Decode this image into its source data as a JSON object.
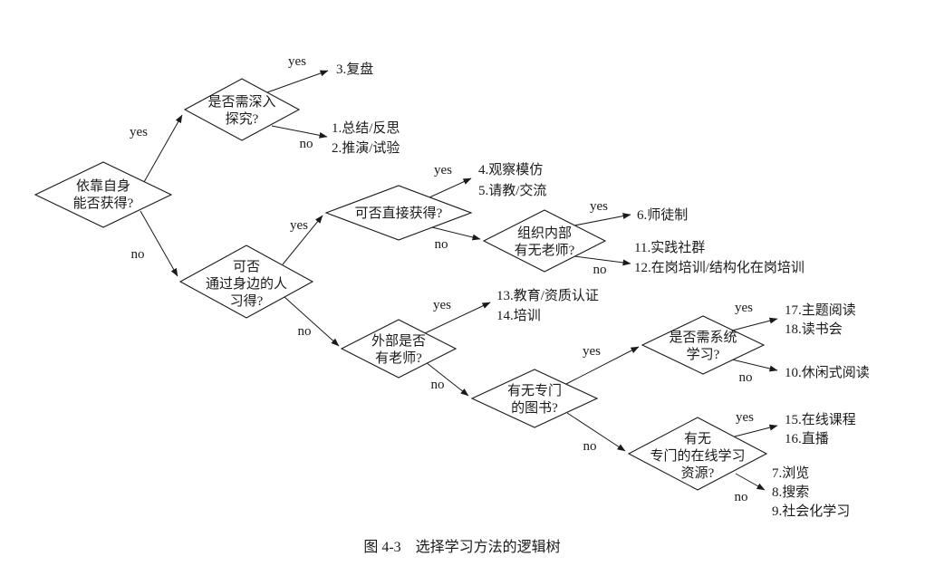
{
  "caption": "图 4-3　选择学习方法的逻辑树",
  "edge_labels": {
    "yes": "yes",
    "no": "no"
  },
  "nodes": {
    "self_obtain": {
      "lines": [
        "依靠自身",
        "能否获得?"
      ]
    },
    "deep_explore": {
      "lines": [
        "是否需深入",
        "探究?"
      ]
    },
    "people_nearby": {
      "lines": [
        "可否",
        "通过身边的人",
        "习得?"
      ]
    },
    "direct_obtain": {
      "lines": [
        "可否直接获得?"
      ]
    },
    "org_teacher": {
      "lines": [
        "组织内部",
        "有无老师?"
      ]
    },
    "external_teacher": {
      "lines": [
        "外部是否",
        "有老师?"
      ]
    },
    "special_books": {
      "lines": [
        "有无专门",
        "的图书?"
      ]
    },
    "systematic_study": {
      "lines": [
        "是否需系统",
        "学习?"
      ]
    },
    "online_resources": {
      "lines": [
        "有无",
        "专门的在线学习",
        "资源?"
      ]
    }
  },
  "leaves": {
    "replay": "3.复盘",
    "summary": "1.总结/反思",
    "deduction": "2.推演/试验",
    "observe": "4.观察模仿",
    "consult": "5.请教/交流",
    "mentorship": "6.师徒制",
    "community": "11.实践社群",
    "ojt": "12.在岗培训/结构化在岗培训",
    "education": "13.教育/资质认证",
    "training": "14.培训",
    "thematic_reading": "17.主题阅读",
    "book_club": "18.读书会",
    "leisure_reading": "10.休闲式阅读",
    "online_course": "15.在线课程",
    "live_stream": "16.直播",
    "browse": "7.浏览",
    "search": "8.搜索",
    "social_learning": "9.社会化学习"
  }
}
